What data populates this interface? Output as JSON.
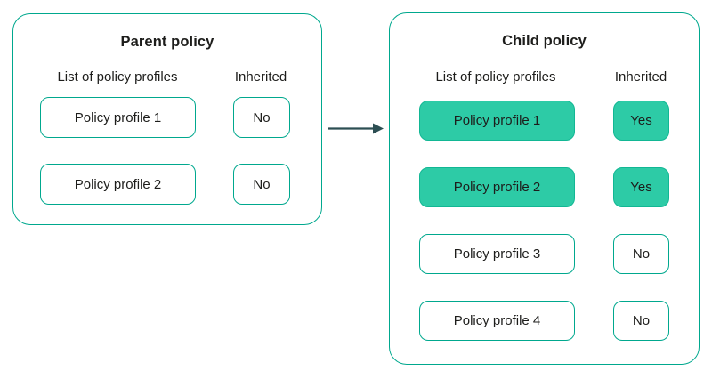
{
  "diagram": {
    "kind": "policy-inheritance-diagram",
    "colors": {
      "accent_border": "#00a88e",
      "highlight_fill": "#2dcba6",
      "arrow": "#2d4f53",
      "text": "#1d1d1b",
      "background": "#ffffff"
    },
    "parent": {
      "title": "Parent policy",
      "columns": {
        "profiles": "List of policy profiles",
        "inherited": "Inherited"
      },
      "rows": [
        {
          "profile": "Policy profile 1",
          "inherited": "No",
          "highlighted": false
        },
        {
          "profile": "Policy profile 2",
          "inherited": "No",
          "highlighted": false
        }
      ]
    },
    "child": {
      "title": "Child policy",
      "columns": {
        "profiles": "List of policy profiles",
        "inherited": "Inherited"
      },
      "rows": [
        {
          "profile": "Policy profile 1",
          "inherited": "Yes",
          "highlighted": true
        },
        {
          "profile": "Policy profile 2",
          "inherited": "Yes",
          "highlighted": true
        },
        {
          "profile": "Policy profile 3",
          "inherited": "No",
          "highlighted": false
        },
        {
          "profile": "Policy profile 4",
          "inherited": "No",
          "highlighted": false
        }
      ]
    }
  }
}
